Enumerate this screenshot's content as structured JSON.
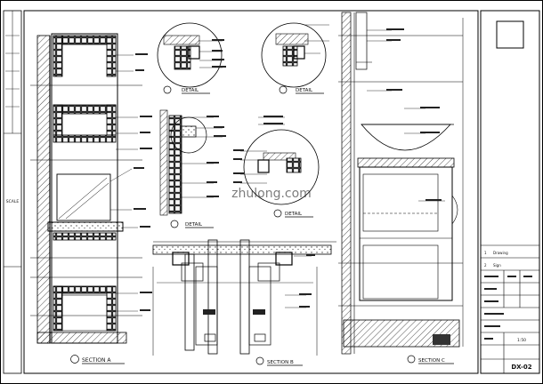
{
  "sheet": {
    "drawing_number": "DX-02",
    "scale_text": "1:50",
    "left_strip_text": "SCALE",
    "title_rows": [
      {
        "code": "1",
        "label": "Drawing"
      },
      {
        "code": "2",
        "label": "Sign"
      }
    ]
  },
  "view_captions": {
    "section_a": "SECTION A",
    "detail_1": "DETAIL",
    "detail_2": "DETAIL",
    "detail_3": "DETAIL",
    "detail_4": "DETAIL",
    "section_b": "SECTION B",
    "section_c": "SECTION C"
  },
  "watermark_text": "zhulong.com"
}
